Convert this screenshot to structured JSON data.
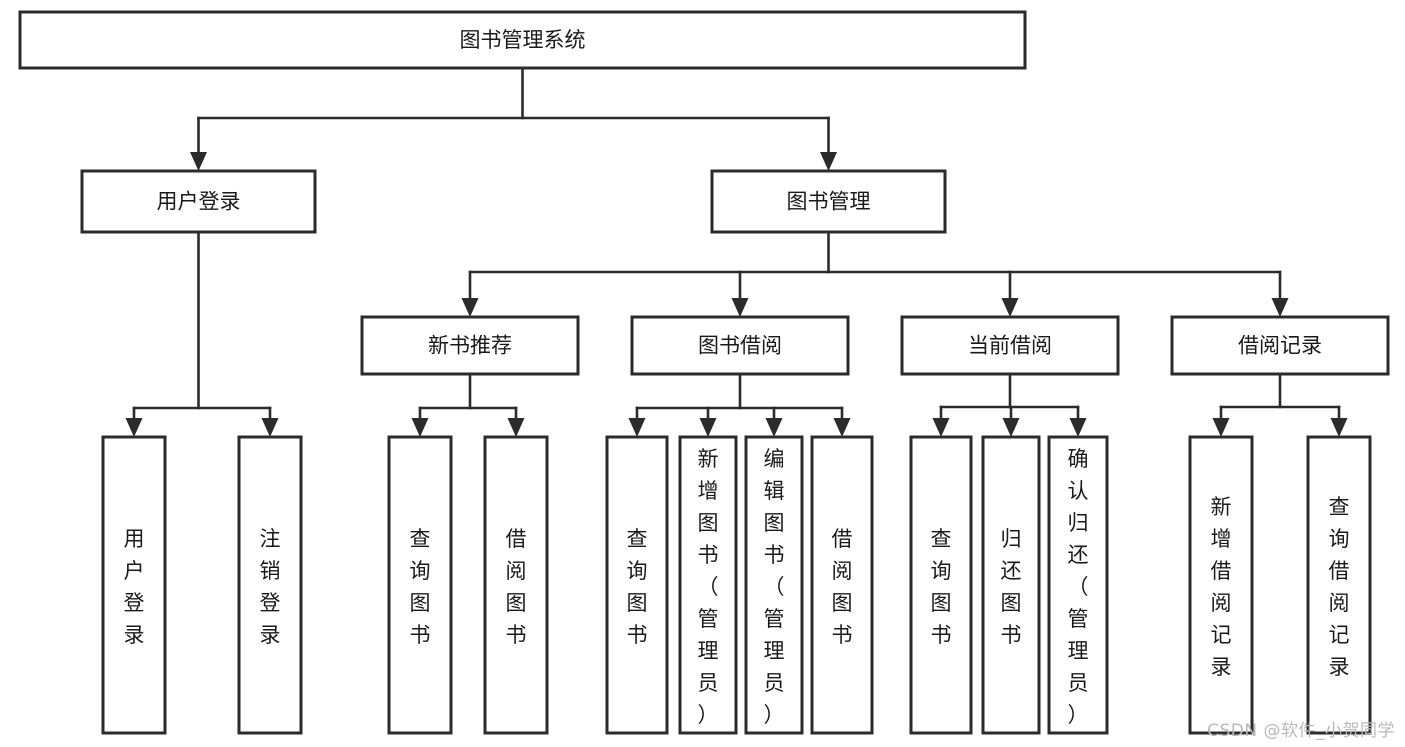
{
  "diagram": {
    "type": "tree",
    "title": "图书管理系统",
    "watermark": "CSDN @软件_小贺同学",
    "colors": {
      "box_stroke": "#2b2b2b",
      "box_fill": "#ffffff",
      "text": "#1a1a1a",
      "connector": "#2b2b2b",
      "background": "#ffffff",
      "watermark": "#b9b9b9"
    },
    "root": {
      "id": "root",
      "label": "图书管理系统",
      "orientation": "horizontal"
    },
    "level2": [
      {
        "id": "user-login",
        "label": "用户登录",
        "orientation": "horizontal"
      },
      {
        "id": "book-manage",
        "label": "图书管理",
        "orientation": "horizontal"
      }
    ],
    "level3": [
      {
        "id": "new-book-recommend",
        "label": "新书推荐",
        "parent": "book-manage",
        "orientation": "horizontal"
      },
      {
        "id": "book-borrow",
        "label": "图书借阅",
        "parent": "book-manage",
        "orientation": "horizontal"
      },
      {
        "id": "current-borrow",
        "label": "当前借阅",
        "parent": "book-manage",
        "orientation": "horizontal"
      },
      {
        "id": "borrow-record",
        "label": "借阅记录",
        "parent": "book-manage",
        "orientation": "horizontal"
      }
    ],
    "leaves": [
      {
        "id": "leaf-user-login",
        "label": "用户登录",
        "parent": "user-login",
        "orientation": "vertical"
      },
      {
        "id": "leaf-logout",
        "label": "注销登录",
        "parent": "user-login",
        "orientation": "vertical"
      },
      {
        "id": "leaf-query-book-1",
        "label": "查询图书",
        "parent": "new-book-recommend",
        "orientation": "vertical"
      },
      {
        "id": "leaf-borrow-book-1",
        "label": "借阅图书",
        "parent": "new-book-recommend",
        "orientation": "vertical"
      },
      {
        "id": "leaf-query-book-2",
        "label": "查询图书",
        "parent": "book-borrow",
        "orientation": "vertical"
      },
      {
        "id": "leaf-add-book",
        "label": "新增图书（管理员）",
        "parent": "book-borrow",
        "orientation": "vertical"
      },
      {
        "id": "leaf-edit-book",
        "label": "编辑图书（管理员）",
        "parent": "book-borrow",
        "orientation": "vertical"
      },
      {
        "id": "leaf-borrow-book-2",
        "label": "借阅图书",
        "parent": "book-borrow",
        "orientation": "vertical"
      },
      {
        "id": "leaf-query-book-3",
        "label": "查询图书",
        "parent": "current-borrow",
        "orientation": "vertical"
      },
      {
        "id": "leaf-return-book",
        "label": "归还图书",
        "parent": "current-borrow",
        "orientation": "vertical"
      },
      {
        "id": "leaf-confirm-return",
        "label": "确认归还（管理员）",
        "parent": "current-borrow",
        "orientation": "vertical"
      },
      {
        "id": "leaf-add-record",
        "label": "新增借阅记录",
        "parent": "borrow-record",
        "orientation": "vertical"
      },
      {
        "id": "leaf-query-record",
        "label": "查询借阅记录",
        "parent": "borrow-record",
        "orientation": "vertical"
      }
    ]
  }
}
